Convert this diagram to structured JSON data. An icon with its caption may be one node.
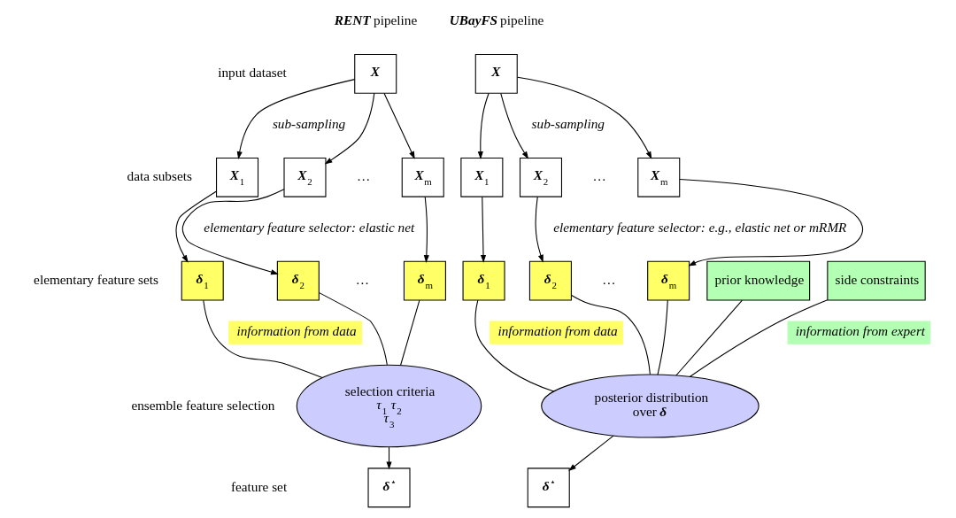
{
  "diagram": {
    "nodes": [
      {
        "text": [
          "X"
        ]
      },
      {
        "text": [
          "X$_{1}$"
        ]
      },
      {
        "text": [
          "X$_{2}$"
        ]
      },
      {
        "text": [
          "X$_{m}$"
        ]
      },
      {
        "text": [
          "δ$_{1}$"
        ]
      },
      {
        "text": [
          "δ$_{2}$"
        ]
      },
      {
        "text": [
          "δ$_{m}$"
        ]
      },
      {
        "text": [
          "selection criteria",
          "*τ*$_{1}$ *τ*$_{2}$ *τ*$_{3}$"
        ]
      },
      {
        "text": [
          "δ$^{⋆}$"
        ]
      },
      {
        "text": [
          "X"
        ]
      },
      {
        "text": [
          "X$_{1}$"
        ]
      },
      {
        "text": [
          "X$_{2}$"
        ]
      },
      {
        "text": [
          "X$_{m}$"
        ]
      },
      {
        "text": [
          "δ$_{1}$"
        ]
      },
      {
        "text": [
          "δ$_{2}$"
        ]
      },
      {
        "text": [
          "δ$_{m}$"
        ]
      },
      {
        "text": [
          "prior knowledge"
        ]
      },
      {
        "text": [
          "side constraints"
        ]
      },
      {
        "text": [
          "posterior distribution over **δ**"
        ]
      },
      {
        "text": [
          "δ$^{⋆}$"
        ]
      }
    ],
    "edges": [
      {
        "from": 0,
        "to": 1,
        "arrow": "to"
      },
      {
        "from": 0,
        "to": 2,
        "arrow": "to"
      },
      {
        "from": 0,
        "to": 3,
        "arrow": "to"
      },
      {
        "from": 1,
        "to": 4,
        "arrow": "to"
      },
      {
        "from": 2,
        "to": 5,
        "arrow": "to"
      },
      {
        "from": 3,
        "to": 6,
        "arrow": "to"
      },
      {
        "from": 4,
        "to": 7,
        "arrow": "none"
      },
      {
        "from": 5,
        "to": 7,
        "arrow": "none"
      },
      {
        "from": 6,
        "to": 7,
        "arrow": "none"
      },
      {
        "from": 7,
        "to": 8,
        "arrow": "to"
      },
      {
        "from": 9,
        "to": 10,
        "arrow": "to"
      },
      {
        "from": 9,
        "to": 11,
        "arrow": "to"
      },
      {
        "from": 9,
        "to": 12,
        "arrow": "to"
      },
      {
        "from": 10,
        "to": 13,
        "arrow": "to"
      },
      {
        "from": 11,
        "to": 14,
        "arrow": "to"
      },
      {
        "from": 12,
        "to": 15,
        "arrow": "to"
      },
      {
        "from": 13,
        "to": 18,
        "arrow": "none"
      },
      {
        "from": 14,
        "to": 18,
        "arrow": "none"
      },
      {
        "from": 15,
        "to": 18,
        "arrow": "none"
      },
      {
        "from": 16,
        "to": 18,
        "arrow": "none"
      },
      {
        "from": 17,
        "to": 18,
        "arrow": "none"
      },
      {
        "from": 18,
        "to": 19,
        "arrow": "to"
      }
    ],
    "labels": [
      "**RENT** pipeline",
      "**UBayFS** pipeline",
      "input dataset",
      "sub-sampling",
      "sub-sampling",
      "data subsets",
      "…",
      "…",
      "elementary feature selector: elastic net",
      "elementary feature selector: e.g., elastic net or mRMR",
      "elementary feature sets",
      "…",
      "…",
      "information from data",
      "information from data",
      "information from expert",
      "ensemble feature selection",
      "feature set"
    ]
  }
}
